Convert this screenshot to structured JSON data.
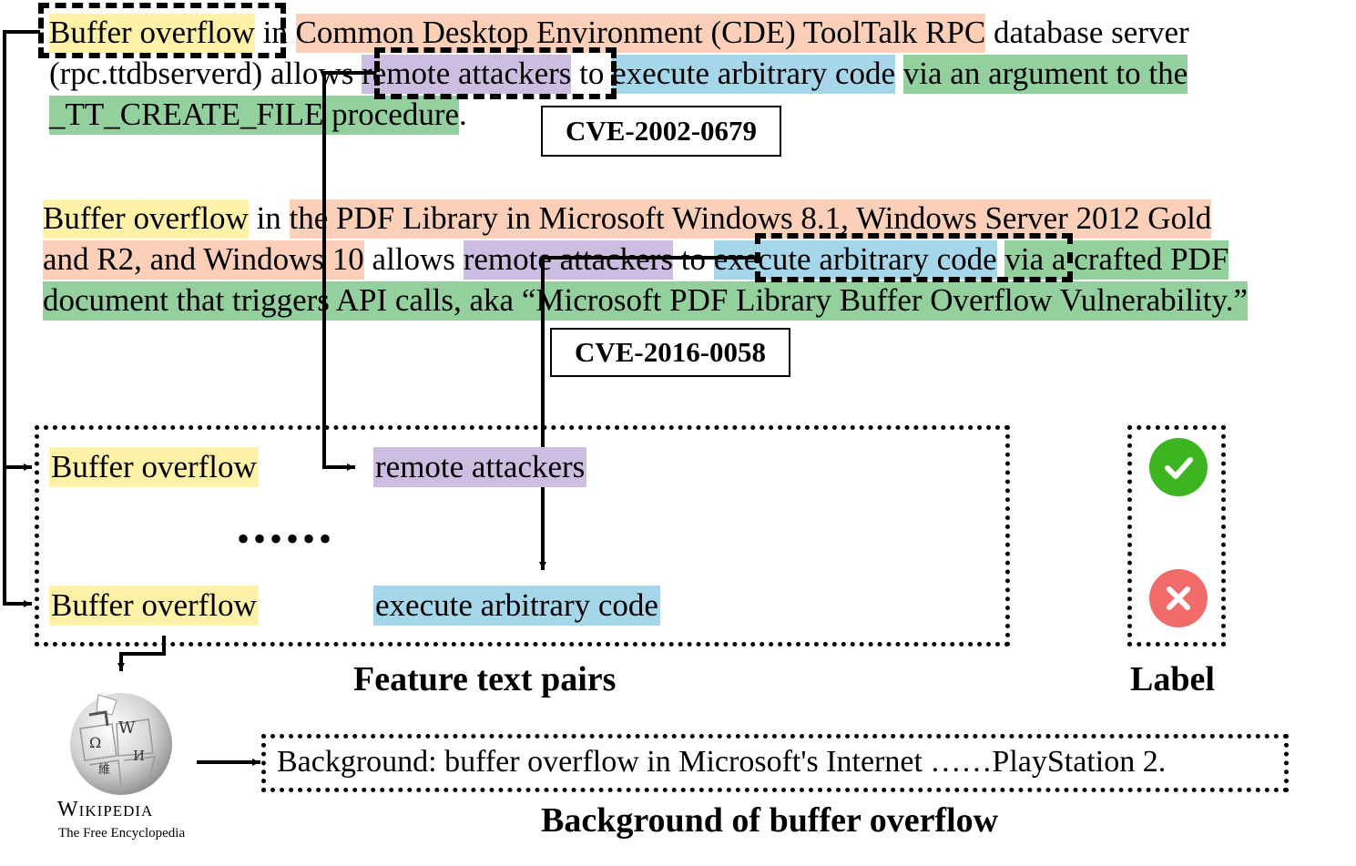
{
  "cve1": {
    "line1": [
      {
        "text": "Buffer overflow",
        "hl": "y"
      },
      {
        "text": " in ",
        "hl": "n"
      },
      {
        "text": "Common Desktop Environment (CDE) ToolTalk RPC",
        "hl": "o"
      },
      {
        "text": " database server",
        "hl": "n"
      }
    ],
    "line2": [
      {
        "text": "(rpc.ttdbserverd) allows ",
        "hl": "n"
      },
      {
        "text": "remote attackers",
        "hl": "p"
      },
      {
        "text": " to ",
        "hl": "n"
      },
      {
        "text": "execute arbitrary code",
        "hl": "b"
      },
      {
        "text": " ",
        "hl": "n"
      },
      {
        "text": "via an argument to the",
        "hl": "g"
      }
    ],
    "line3": [
      {
        "text": "_TT_CREATE_FILE procedure",
        "hl": "g"
      },
      {
        "text": ".",
        "hl": "n"
      }
    ],
    "id": "CVE-2002-0679"
  },
  "cve2": {
    "line1": [
      {
        "text": "Buffer overflow",
        "hl": "y"
      },
      {
        "text": " in ",
        "hl": "n"
      },
      {
        "text": "the PDF Library in Microsoft Windows 8.1, Windows Server 2012 Gold",
        "hl": "o"
      }
    ],
    "line2": [
      {
        "text": "and R2, and Windows 10",
        "hl": "o"
      },
      {
        "text": " allows ",
        "hl": "n"
      },
      {
        "text": "remote attackers",
        "hl": "p"
      },
      {
        "text": " to ",
        "hl": "n"
      },
      {
        "text": "execute arbitrary code",
        "hl": "b"
      },
      {
        "text": " ",
        "hl": "n"
      },
      {
        "text": "via a crafted PDF",
        "hl": "g"
      }
    ],
    "line3": [
      {
        "text": "document that triggers API calls, aka “Microsoft PDF Library Buffer Overflow Vulnerability.”",
        "hl": "g"
      }
    ],
    "id": "CVE-2016-0058"
  },
  "pairs": {
    "row1": {
      "left": "Buffer overflow",
      "right": "remote attackers",
      "label": "correct"
    },
    "ellipsis": "••••••",
    "row2": {
      "left": "Buffer overflow",
      "right": "execute arbitrary code",
      "label": "incorrect"
    },
    "caption": "Feature text pairs"
  },
  "label_caption": "Label",
  "wikipedia": {
    "name": "Wikipedia",
    "tagline": "The Free Encyclopedia"
  },
  "background": {
    "text": "Background: buffer overflow in Microsoft's Internet ……PlayStation 2.",
    "caption": "Background of buffer overflow"
  },
  "colors": {
    "buffer_overflow": "#FFF2A8",
    "product": "#FCCFB8",
    "attacker": "#CDBDE0",
    "impact": "#A6D6EA",
    "vector": "#93D09E",
    "correct": "#3CB521",
    "incorrect": "#F26B6B"
  }
}
